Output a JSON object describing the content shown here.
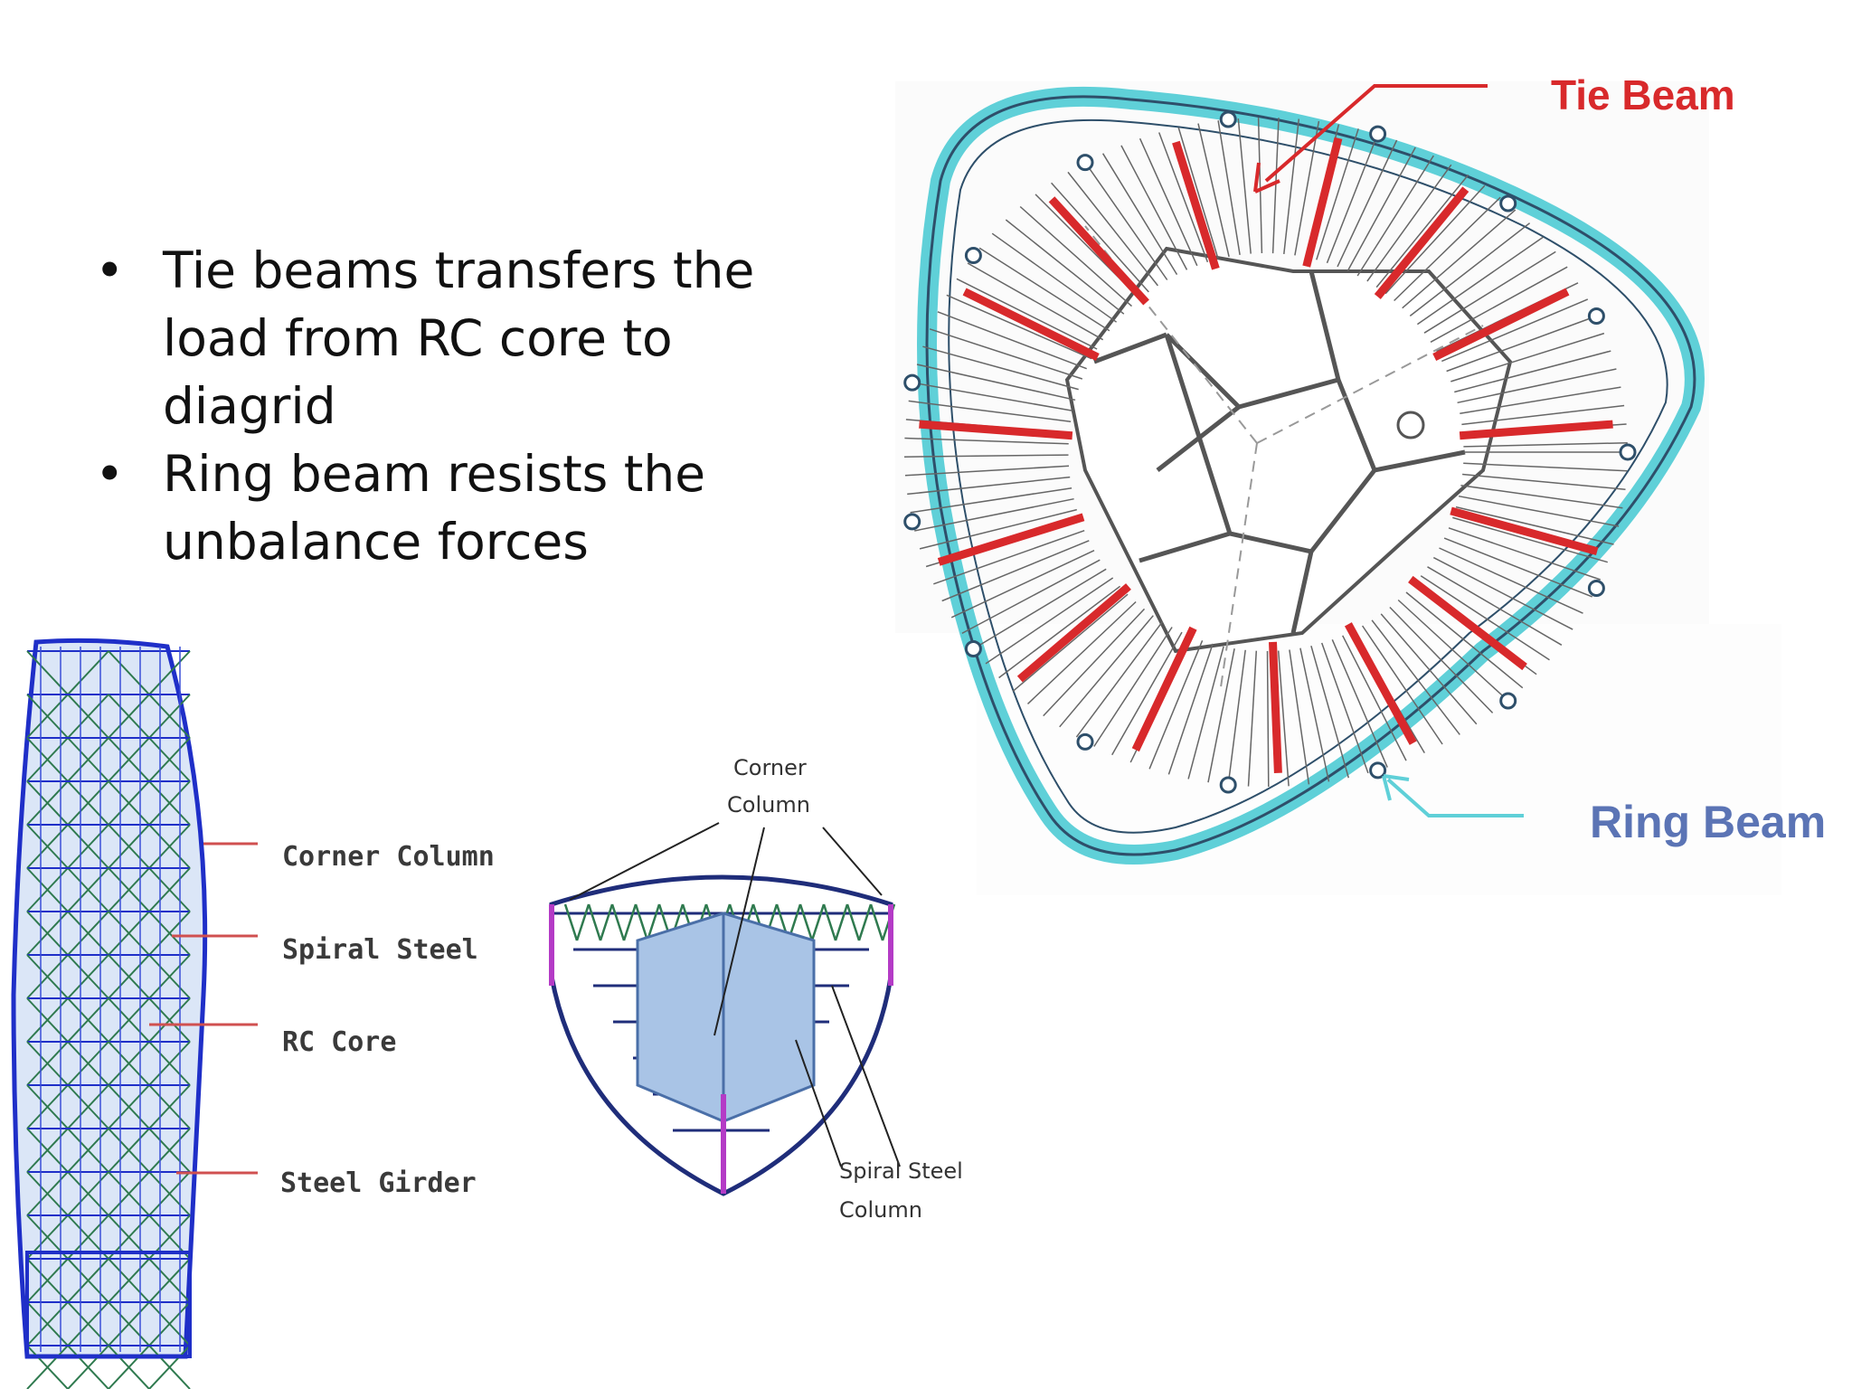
{
  "bullets": [
    "Tie beams transfers the load from RC core to diagrid",
    "Ring beam resists the unbalance forces"
  ],
  "plan": {
    "tie_beam_label": "Tie Beam",
    "ring_beam_label": "Ring Beam",
    "colors": {
      "tie_beam": "#d8292b",
      "ring_beam": "#5fd0d8",
      "ring_beam_label": "#5b74b5"
    }
  },
  "tower_labels": {
    "corner_column": "Corner Column",
    "spiral_steel": "Spiral Steel",
    "rc_core": "RC Core",
    "steel_girder": "Steel Girder"
  },
  "section_labels": {
    "corner_line1": "Corner",
    "corner_line2": "Column",
    "spiral_line1": "Spiral Steel",
    "spiral_line2": "Column"
  }
}
